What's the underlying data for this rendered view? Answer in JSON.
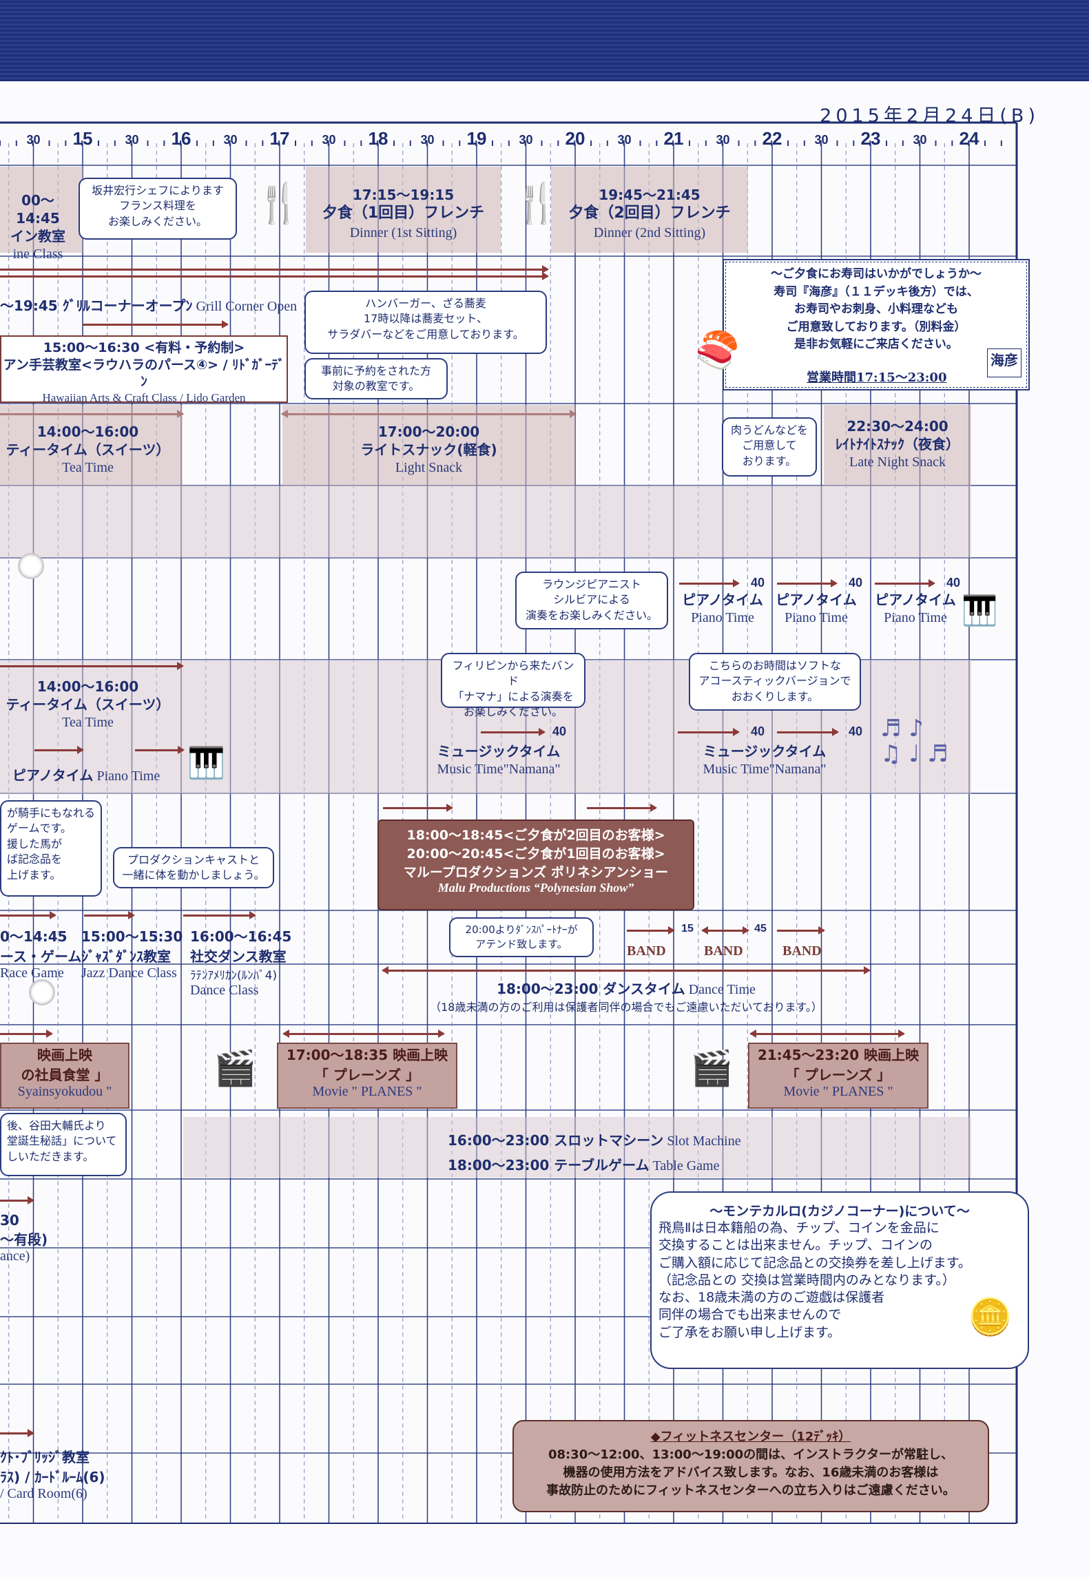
{
  "date": "2015年2月24日(B)",
  "timeline": {
    "hours": [
      "15",
      "16",
      "17",
      "18",
      "19",
      "20",
      "21",
      "22",
      "23",
      "24"
    ],
    "half_label": "30"
  },
  "events": {
    "lunch_partial": {
      "time": "00〜14:45",
      "jp": "イン教室",
      "en": "ine Class"
    },
    "chef_bubble": "坂井宏行シェフによります\nフランス料理を\nお楽しみください。",
    "dinner1": {
      "time": "17:15〜19:15",
      "jp": "夕食（1回目）フレンチ",
      "en": "Dinner (1st Sitting)"
    },
    "dinner2": {
      "time": "19:45〜21:45",
      "jp": "夕食（2回目）フレンチ",
      "en": "Dinner (2nd Sitting)"
    },
    "sushi_box": {
      "lines": [
        "〜ご夕食にお寿司はいかがでしょうか〜",
        "寿司『海彦』（１１デッキ後方）では、",
        "お寿司やお刺身、小料理なども",
        "ご用意致しております。（別料金）",
        "是非お気軽にご来店ください。"
      ],
      "hours": "営業時間17:15〜23:00",
      "logo": "海彦"
    },
    "grill": {
      "jp": "〜19:45 ｸﾞﾘﾙコーナーオープﾝ",
      "en": "Grill Corner Open"
    },
    "grill_bubble": "ハンバーガー、ざる蕎麦\n17時以降は蕎麦セット、\nサラダバーなどをご用意しております。",
    "hawaiian": {
      "time": "15:00〜16:30 <有料・予約制>",
      "jp": "アン手芸教室<ラウハラのパース④> / ﾘﾄﾞｶﾞｰﾃﾞﾝ",
      "en": "Hawaiian Arts & Craft Class / Lido Garden"
    },
    "reserve_bubble": "事前に予約をされた方\n対象の教室です。",
    "tea1": {
      "time": "14:00〜16:00",
      "jp": "ティータイム（スイーツ）",
      "en": "Tea Time"
    },
    "light_snack": {
      "time": "17:00〜20:00",
      "jp": "ライトスナック(軽食)",
      "en": "Light Snack"
    },
    "udon_bubble": "肉うどんなどを\nご用意して\nおります。",
    "late_night": {
      "time": "22:30〜24:00",
      "jp": "ﾚｲﾄﾅｲﾄｽﾅｯｸ（夜食）",
      "en": "Late Night Snack"
    },
    "pianist_bubble": "ラウンジピアニスト\nシルビアによる\n演奏をお楽しみください。",
    "piano_times": [
      {
        "jp": "ピアノタイム",
        "en": "Piano Time",
        "mark": "40"
      },
      {
        "jp": "ピアノタイム",
        "en": "Piano Time",
        "mark": "40"
      },
      {
        "jp": "ピアノタイム",
        "en": "Piano Time",
        "mark": "40"
      }
    ],
    "tea2": {
      "time": "14:00〜16:00",
      "jp": "ティータイム（スイーツ）",
      "en": "Tea Time"
    },
    "piano_small": {
      "jp": "ピアノタイム",
      "en": "Piano Time"
    },
    "band_bubble": "フィリピンから来たバンド\n「ナマナ」による演奏を\nお楽しみください。",
    "soft_bubble": "こちらのお時間はソフトな\nアコースティックバージョンで\nおおくりします。",
    "music1": {
      "jp": "ミュージックタイム",
      "en": "Music Time\"Namana\"",
      "mark": "40"
    },
    "music2": {
      "jp": "ミュージックタイム",
      "en": "Music Time\"Namana\"",
      "mark": "40",
      "mark2": "40"
    },
    "horse_bubble": "が騎手にもなれる\nゲームです。\n援した馬が\nば記念品を\n上げます。",
    "production_bubble": "プロダクションキャストと\n一緒に体を動かしましょう。",
    "show_box": {
      "l1": "18:00〜18:45<ご夕食が2回目のお客様>",
      "l2": "20:00〜20:45<ご夕食が1回目のお客様>",
      "l3": "マループロダクションズ ポリネシアンショー",
      "l4": "Malu Productions “Polynesian Show”"
    },
    "race": {
      "time": "0〜14:45",
      "jp": "ース・ゲーム",
      "en": "Race Game"
    },
    "jazz": {
      "time": "15:00〜15:30",
      "jp": "ｼﾞｬｽﾞﾀﾞﾝｽ教室",
      "en": "Jazz Dance Class"
    },
    "social": {
      "time": "16:00〜16:45",
      "jp": "社交ダンス教室",
      "sub": "ﾗﾃﾝｱﾒﾘｶﾝ(ﾙﾝﾊﾞ4)",
      "en": "Dance Class"
    },
    "partner_bubble": "20:00よりﾀﾞﾝｽﾊﾟｰﾄﾅｰが\nアテンド致します。",
    "band_labels": [
      "BAND",
      "BAND",
      "BAND"
    ],
    "band_marks": [
      "15",
      "45"
    ],
    "dance_time": {
      "jp": "18:00〜23:00 ダンスタイム",
      "en": "Dance Time",
      "note": "（18歳未満の方のご利用は保護者同伴の場合でもご遠慮いただいております。）"
    },
    "movie_left": {
      "l1": "映画上映",
      "l2": "の社員食堂 」",
      "l3": "Syainsyokudou \""
    },
    "movie1": {
      "l1": "17:00〜18:35 映画上映",
      "l2": "「 プレーンズ 」",
      "l3": "Movie \" PLANES \""
    },
    "movie2": {
      "l1": "21:45〜23:20 映画上映",
      "l2": "「 プレーンズ 」",
      "l3": "Movie \" PLANES \""
    },
    "talk_bubble": "後、谷田大輔氏より\n堂誕生秘話」について\nしいただきます。",
    "slot": {
      "jp": "16:00〜23:00 スロットマシーン",
      "en": "Slot Machine"
    },
    "table": {
      "jp": "18:00〜23:00 テーブルゲーム",
      "en": "Table Game"
    },
    "left_30": {
      "l1": "30",
      "l2": "〜有段)",
      "l3": "ance)"
    },
    "casino_box": {
      "title": "〜モンテカルロ(カジノコーナー)について〜",
      "lines": [
        "飛鳥Ⅱは日本籍船の為、チップ、コインを金品に",
        "交換することは出来ません。チップ、コインの",
        "ご購入額に応じて記念品との交換券を差し上げます。",
        "（記念品との 交換は営業時間内のみとなります。）",
        "なお、18歳未満の方のご遊戯は保護者",
        "同伴の場合でも出来ませんので",
        "ご了承をお願い申し上げます。"
      ]
    },
    "bridge": {
      "l1": "ｸﾄ･ﾌﾞﾘｯｼﾞ教室",
      "l2": "ﾗｽ) / ｶｰﾄﾞﾙｰﾑ(6)",
      "l3": "/ Card Room(6)"
    },
    "fitness": {
      "title": "◆フィットネスセンター（12ﾃﾞｯｷ）",
      "l1": "08:30〜12:00、13:00〜19:00の間は、インストラクターが常駐し、",
      "l2": "機器の使用方法をアドバイス致します。なお、16歳未満のお客様は",
      "l3": "事故防止のためにフィットネスセンターへの立ち入りはご遠慮ください。"
    }
  },
  "icons": [
    "dinner-icon",
    "piano-icon",
    "music-notes-icon",
    "movie-clapper-icon",
    "casino-chips-icon",
    "sushi-icon"
  ],
  "colors": {
    "navy": "#1e2d6e",
    "shade": "#cdb4b4",
    "brown": "#8d5a55",
    "arrow": "#8b3a3a"
  }
}
